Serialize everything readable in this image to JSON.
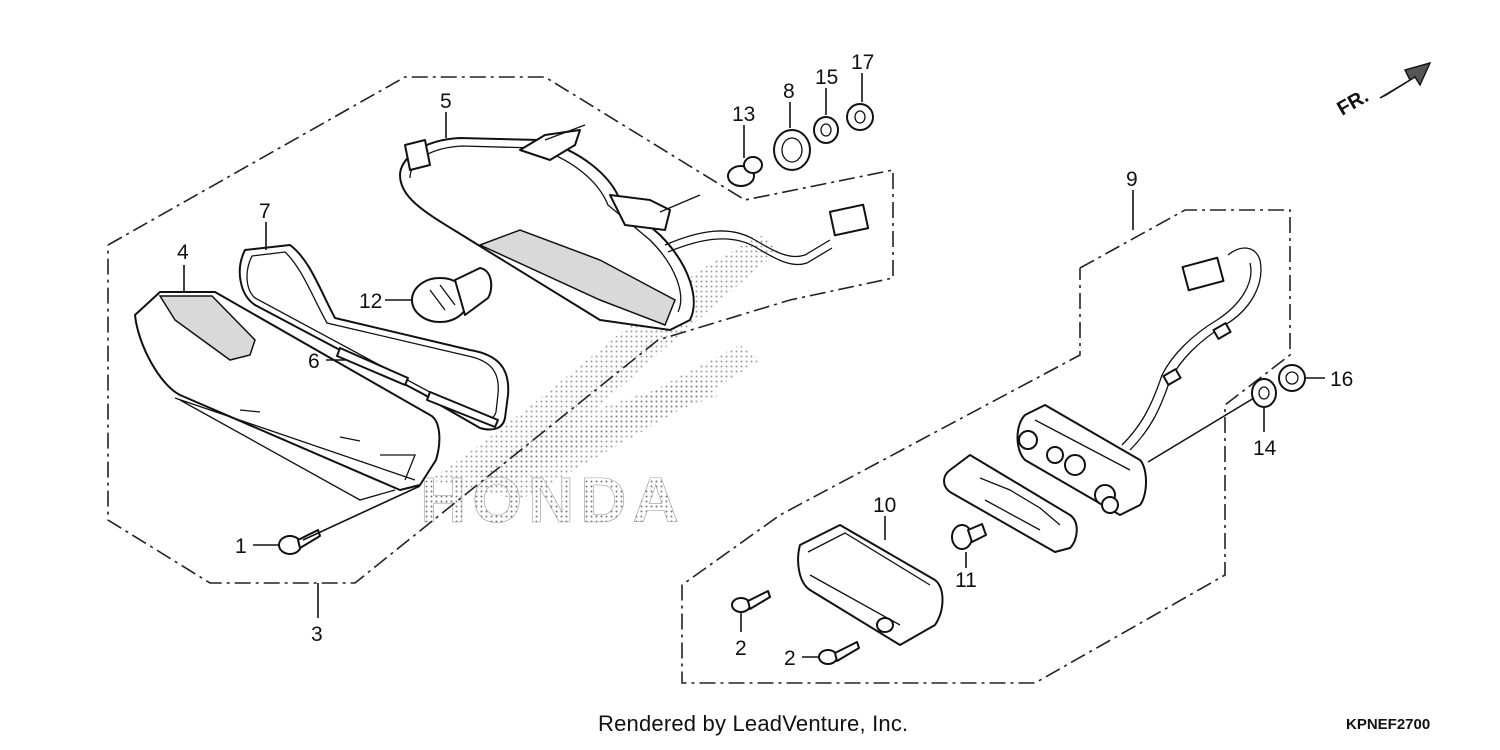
{
  "diagram": {
    "direction_marker": "FR.",
    "callouts": [
      "1",
      "2",
      "2",
      "3",
      "4",
      "5",
      "6",
      "7",
      "8",
      "9",
      "10",
      "11",
      "12",
      "13",
      "14",
      "15",
      "16",
      "17"
    ],
    "watermark": "HONDA"
  },
  "footer": {
    "credit": "Rendered by LeadVenture, Inc.",
    "diagram_code": "KPNEF2700"
  }
}
